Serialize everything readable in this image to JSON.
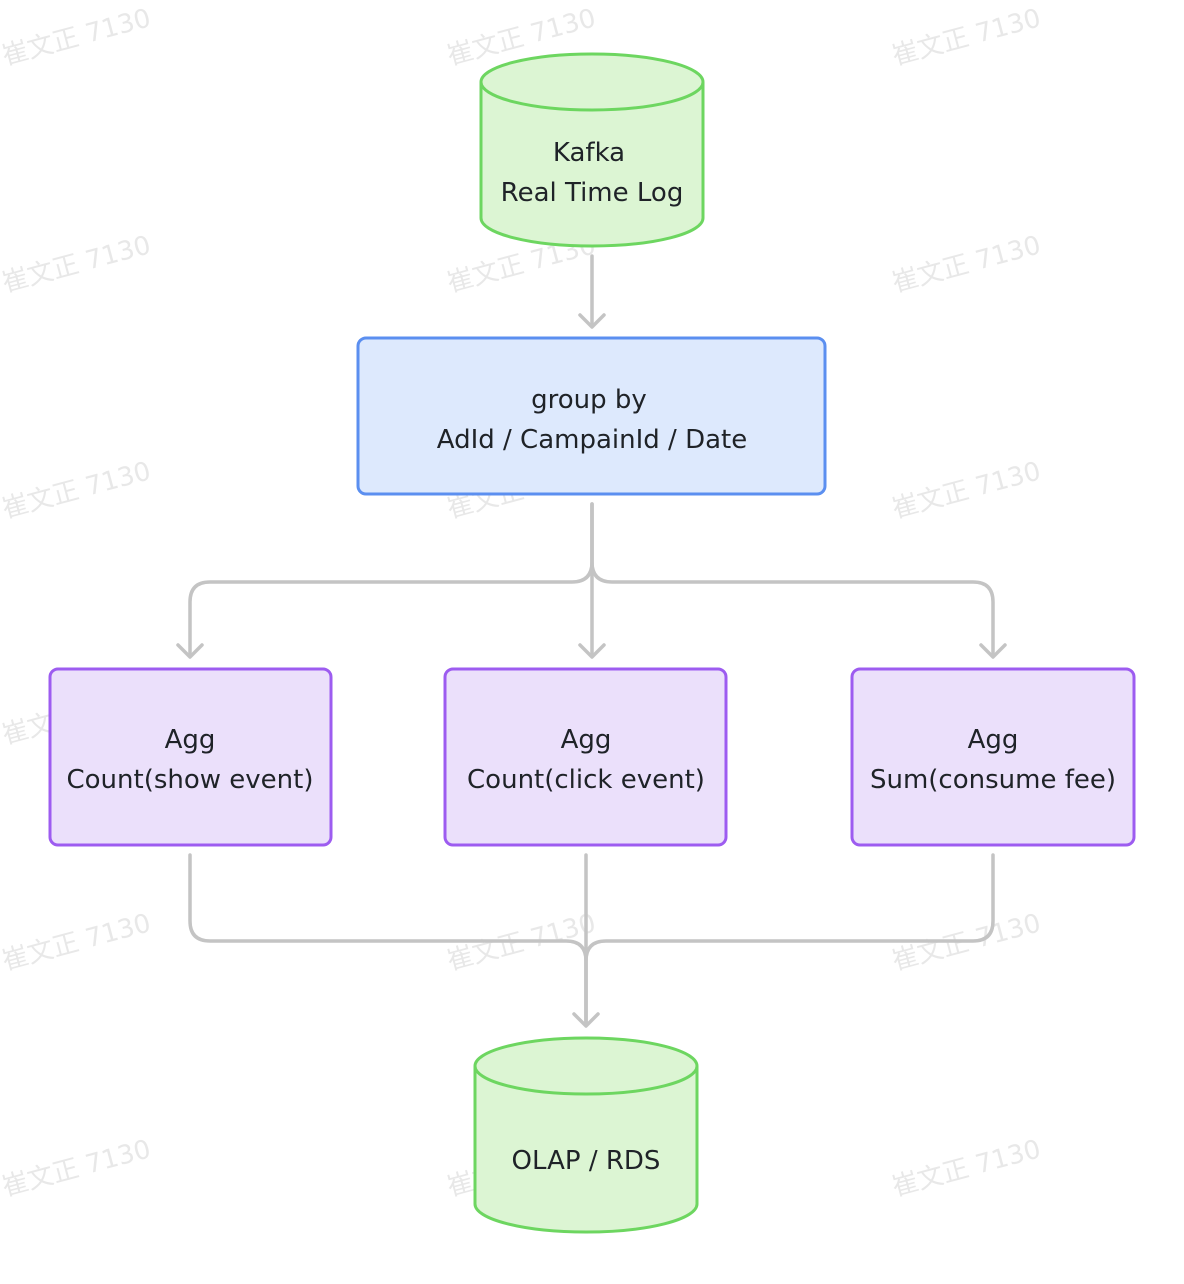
{
  "watermark": {
    "text": "崔文正 7130"
  },
  "nodes": {
    "kafka": {
      "line1": "Kafka",
      "line2": "Real Time Log",
      "shape": "cylinder",
      "fill": "#dcf5d3",
      "stroke": "#6dd660"
    },
    "groupby": {
      "line1": "group by",
      "line2": "AdId / CampainId / Date",
      "shape": "rect",
      "fill": "#dde9fd",
      "stroke": "#5b8ff0"
    },
    "agg_show": {
      "line1": "Agg",
      "line2": "Count(show event)",
      "shape": "rect",
      "fill": "#ebe0fb",
      "stroke": "#9d5cf0"
    },
    "agg_click": {
      "line1": "Agg",
      "line2": "Count(click event)",
      "shape": "rect",
      "fill": "#ebe0fb",
      "stroke": "#9d5cf0"
    },
    "agg_fee": {
      "line1": "Agg",
      "line2": "Sum(consume fee)",
      "shape": "rect",
      "fill": "#ebe0fb",
      "stroke": "#9d5cf0"
    },
    "olap": {
      "line1": "OLAP / RDS",
      "shape": "cylinder",
      "fill": "#dcf5d3",
      "stroke": "#6dd660"
    }
  },
  "edges": [
    {
      "from": "kafka",
      "to": "groupby"
    },
    {
      "from": "groupby",
      "to": "agg_show"
    },
    {
      "from": "groupby",
      "to": "agg_click"
    },
    {
      "from": "groupby",
      "to": "agg_fee"
    },
    {
      "from": "agg_show",
      "to": "olap"
    },
    {
      "from": "agg_click",
      "to": "olap"
    },
    {
      "from": "agg_fee",
      "to": "olap"
    }
  ],
  "edge_color": "#c4c4c4"
}
